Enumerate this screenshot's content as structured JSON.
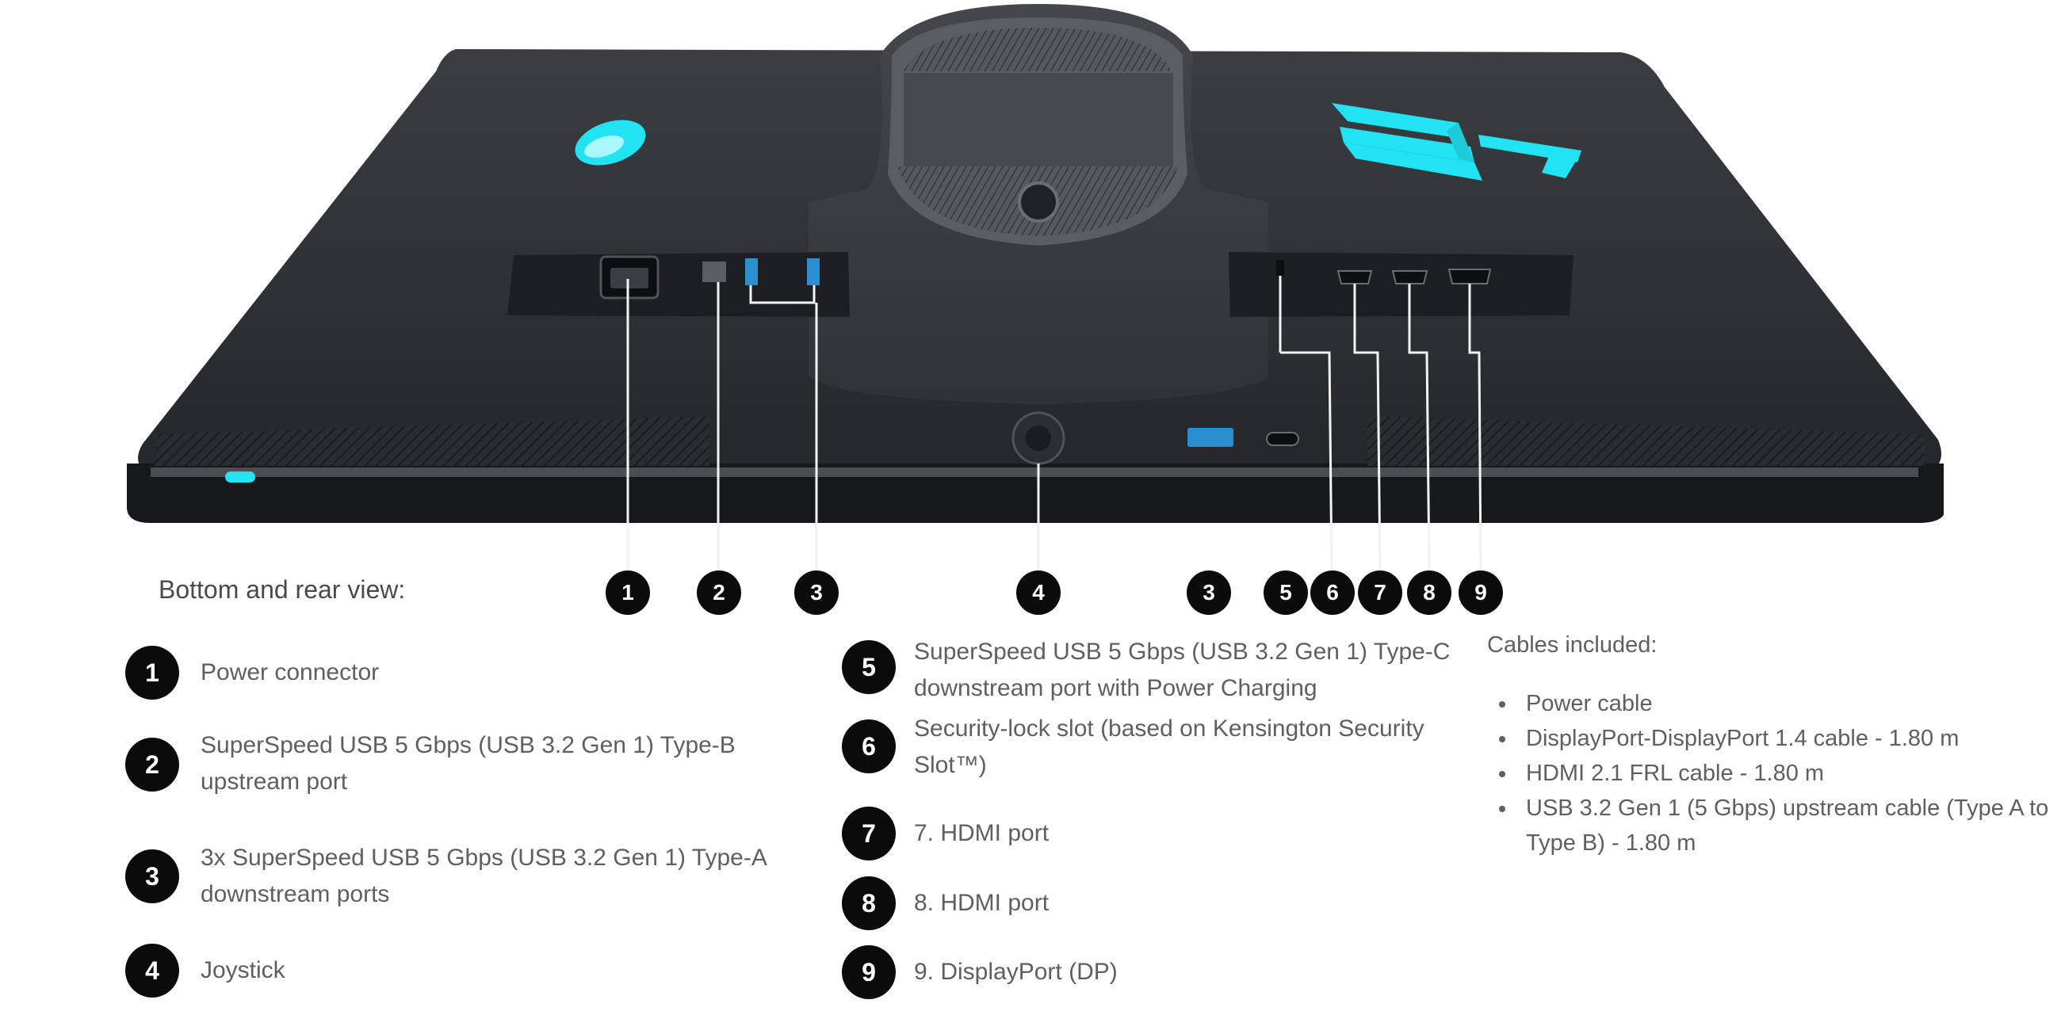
{
  "caption": "Bottom and rear view:",
  "callout_numbers": [
    "1",
    "2",
    "3",
    "4",
    "3",
    "5",
    "6",
    "7",
    "8",
    "9"
  ],
  "ports": [
    {
      "num": "1",
      "label": "Power connector"
    },
    {
      "num": "2",
      "label": "SuperSpeed USB 5 Gbps (USB 3.2 Gen 1) Type-B upstream port"
    },
    {
      "num": "3",
      "label": "3x SuperSpeed USB 5 Gbps (USB 3.2 Gen 1) Type-A downstream ports"
    },
    {
      "num": "4",
      "label": "Joystick"
    },
    {
      "num": "5",
      "label": "SuperSpeed USB 5 Gbps (USB 3.2 Gen 1) Type-C downstream port with Power Charging"
    },
    {
      "num": "6",
      "label": "Security-lock slot (based on Kensington Security Slot™)"
    },
    {
      "num": "7",
      "label": "7. HDMI port"
    },
    {
      "num": "8",
      "label": "8. HDMI port"
    },
    {
      "num": "9",
      "label": "9. DisplayPort (DP)"
    }
  ],
  "cables": {
    "title": "Cables included:",
    "items": [
      "Power cable",
      "DisplayPort-DisplayPort 1.4 cable - 1.80 m",
      "HDMI 2.1 FRL cable - 1.80 m",
      "USB 3.2 Gen 1 (5 Gbps) upstream cable (Type A to Type B) - 1.80 m"
    ]
  },
  "colors": {
    "accent_glow": "#22e3f2",
    "body_dark": "#35383c",
    "circle": "#0b0b0b",
    "text": "#5f5f5f"
  }
}
